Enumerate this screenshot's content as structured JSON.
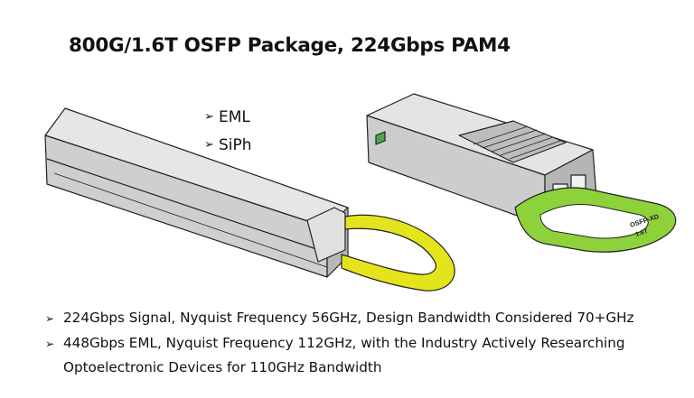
{
  "title": "800G/1.6T OSFP Package, 224Gbps PAM4",
  "techs": [
    "EML",
    "SiPh"
  ],
  "bullets": [
    {
      "lines": [
        "224Gbps Signal, Nyquist Frequency 56GHz, Design Bandwidth Considered 70+GHz"
      ]
    },
    {
      "lines": [
        "448Gbps EML, Nyquist Frequency 112GHz, with the Industry Actively Researching",
        "Optoelectronic Devices for 110GHz Bandwidth"
      ]
    }
  ],
  "module_label": {
    "line1": "OSFP-XD",
    "line2": "1.6T"
  },
  "colors": {
    "pull_tab_left": "#e3e41c",
    "pull_tab_right": "#8ed23b",
    "body": "#d4d4d4",
    "outline": "#222222"
  },
  "icons": {
    "bullet": "arrow-bullet-icon"
  }
}
